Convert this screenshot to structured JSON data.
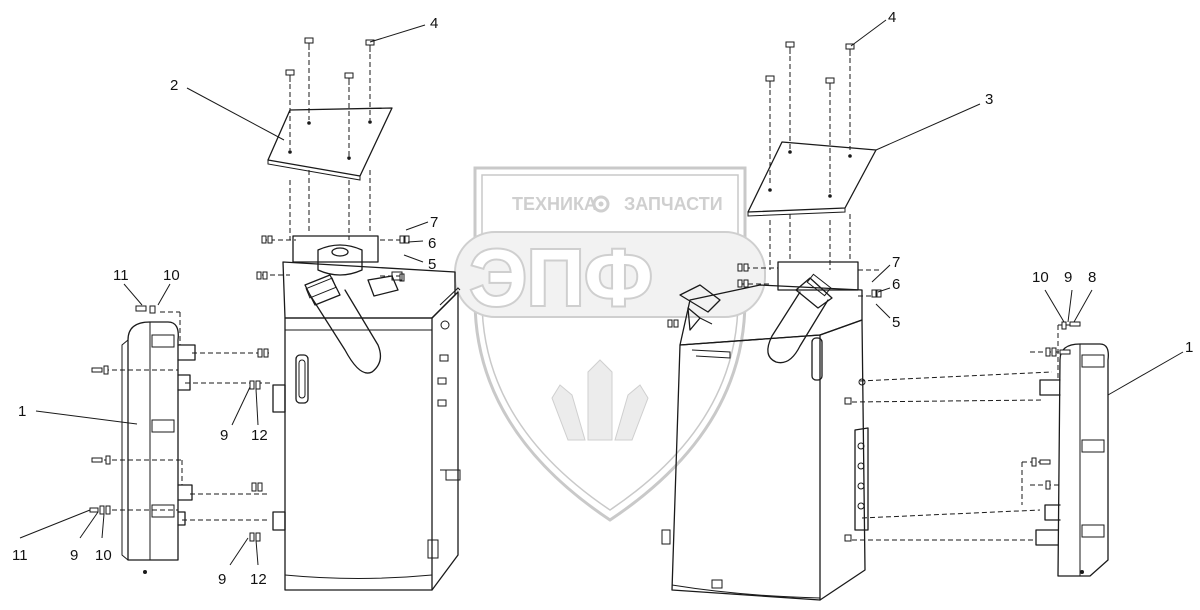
{
  "watermark": {
    "brand_left": "ТЕХНИКА",
    "brand_right": "ЗАПЧАСТИ",
    "logo_letters": "ЭПФ"
  },
  "callouts": {
    "left": {
      "c1": "1",
      "c2": "2",
      "c4": "4",
      "c5": "5",
      "c6": "6",
      "c7": "7",
      "c9a": "9",
      "c9b": "9",
      "c9c": "9",
      "c10a": "10",
      "c10b": "10",
      "c11a": "11",
      "c11b": "11",
      "c12a": "12",
      "c12b": "12"
    },
    "right": {
      "c1": "1",
      "c3": "3",
      "c4": "4",
      "c5": "5",
      "c6": "6",
      "c7": "7",
      "c8": "8",
      "c9": "9",
      "c10": "10"
    }
  }
}
